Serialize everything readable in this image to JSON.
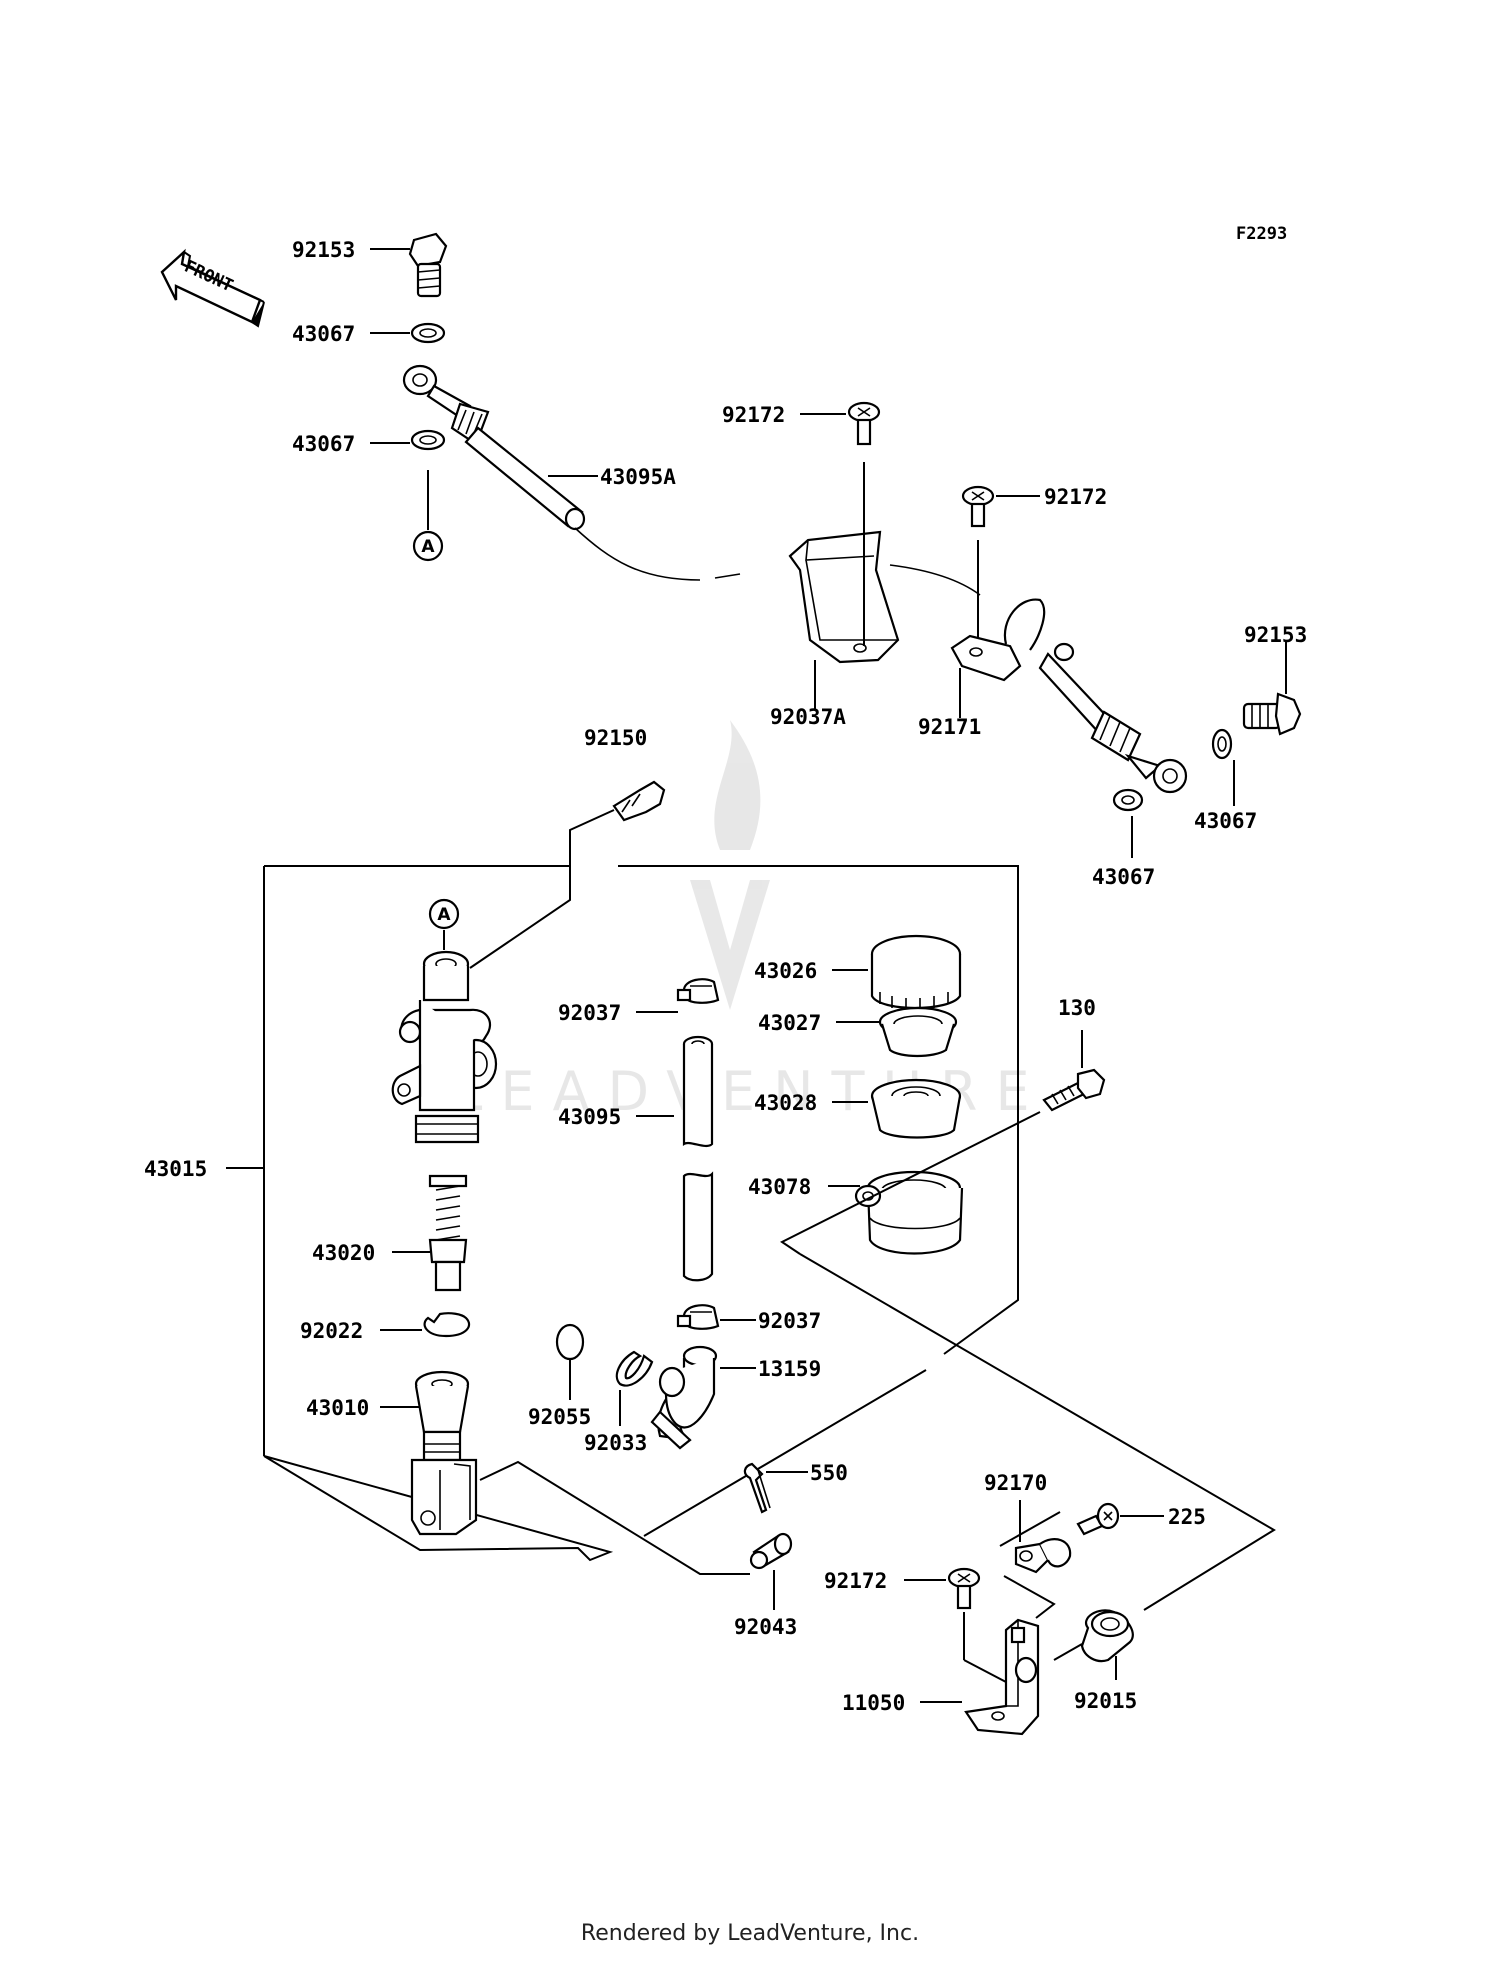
{
  "figure_code": "F2293",
  "front_label": "FRONT",
  "ref_marker": "A",
  "labels": {
    "p92153_top": "92153",
    "p43067_a": "43067",
    "p43067_b": "43067",
    "p43095A": "43095A",
    "p92172_a": "92172",
    "p92172_b": "92172",
    "p92037A": "92037A",
    "p92171": "92171",
    "p92153_right": "92153",
    "p43067_c": "43067",
    "p43067_d": "43067",
    "p92150": "92150",
    "p43026": "43026",
    "p92037_top": "92037",
    "p43027": "43027",
    "p130": "130",
    "p43095": "43095",
    "p43028": "43028",
    "p43015": "43015",
    "p43078": "43078",
    "p43020": "43020",
    "p92037_bottom": "92037",
    "p92022": "92022",
    "p13159": "13159",
    "p43010": "43010",
    "p92055": "92055",
    "p92033": "92033",
    "p550": "550",
    "p92170": "92170",
    "p225": "225",
    "p92172_c": "92172",
    "p92043": "92043",
    "p11050": "11050",
    "p92015": "92015"
  },
  "watermark_text": "LEADVENTURE",
  "footer": "Rendered by LeadVenture, Inc."
}
